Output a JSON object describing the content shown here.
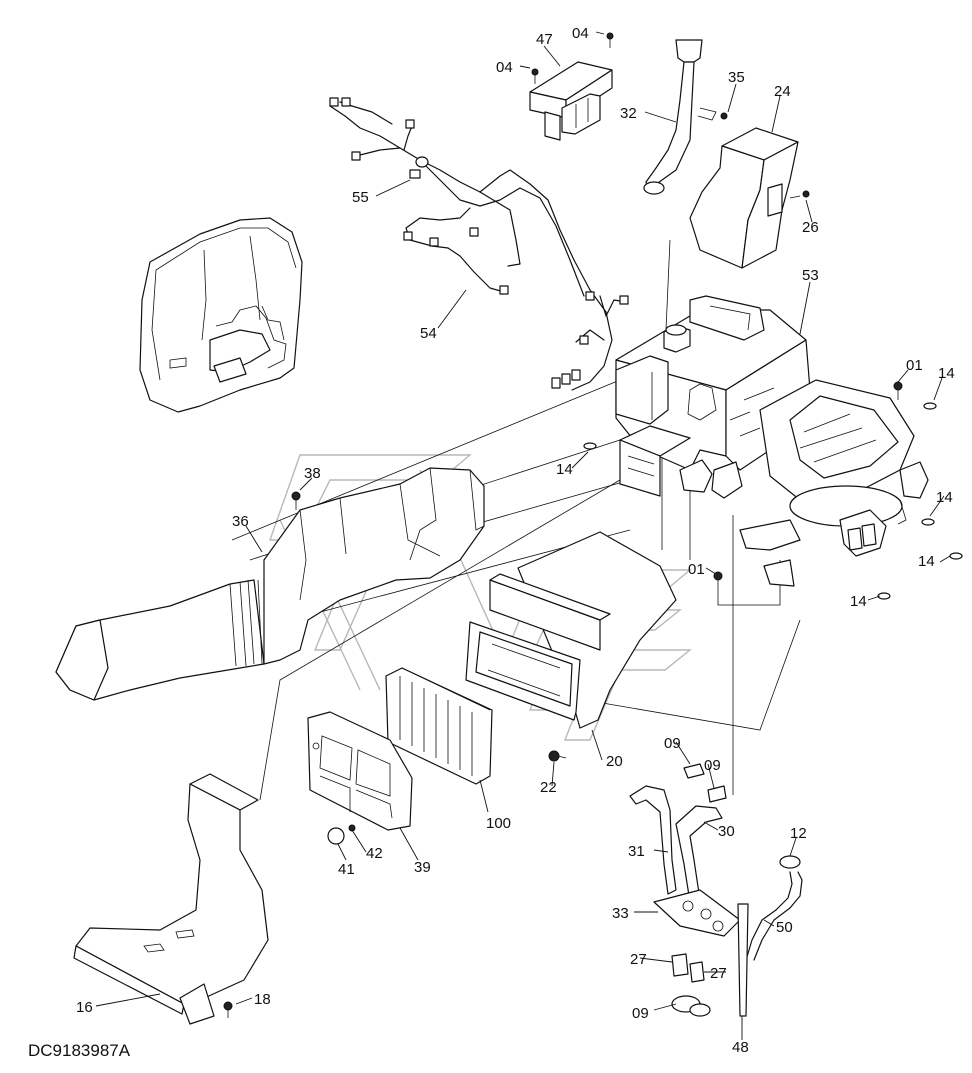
{
  "diagram_code": "DC9183987A",
  "part_labels": {
    "p04a": "04",
    "p04b": "04",
    "p47": "47",
    "p35": "35",
    "p32": "32",
    "p24": "24",
    "p55": "55",
    "p26": "26",
    "p54": "54",
    "p53": "53",
    "p01a": "01",
    "p14a": "14",
    "p14b": "14",
    "p38": "38",
    "p14c": "14",
    "p36": "36",
    "p14d": "14",
    "p01b": "01",
    "p14e": "14",
    "p09a": "09",
    "p09b": "09",
    "p20": "20",
    "p22": "22",
    "p30": "30",
    "p100": "100",
    "p12": "12",
    "p31": "31",
    "p42": "42",
    "p41": "41",
    "p39": "39",
    "p33": "33",
    "p50": "50",
    "p27a": "27",
    "p27b": "27",
    "p16": "16",
    "p18": "18",
    "p09c": "09",
    "p48": "48"
  }
}
